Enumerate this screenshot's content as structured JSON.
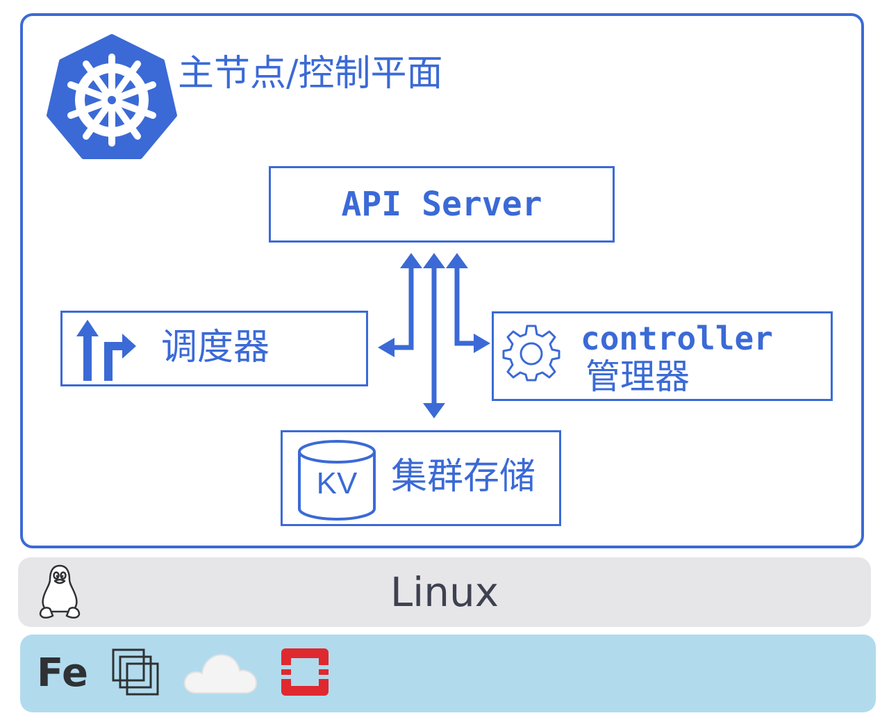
{
  "master": {
    "title": "主节点/控制平面",
    "logo_icon": "kubernetes-helm-icon"
  },
  "components": {
    "api_server": "API Server",
    "scheduler": "调度器",
    "controller_line1": "controller",
    "controller_line2": "管理器",
    "kv_icon_text": "KV",
    "storage": "集群存储"
  },
  "platform": {
    "os_label": "Linux",
    "os_icon": "tux-penguin-icon"
  },
  "infrastructure": {
    "label": "Fe",
    "icons": [
      "virtual-machine-icon",
      "cloud-icon",
      "openstack-icon"
    ]
  },
  "colors": {
    "accent": "#3b6ad6",
    "linux_bar": "#e6e6e8",
    "infra_bar": "#b1dbed",
    "openstack_red": "#e0282f"
  }
}
